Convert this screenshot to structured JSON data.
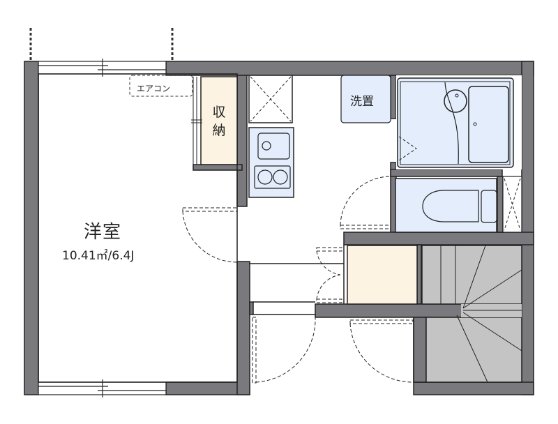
{
  "floorplan": {
    "rooms": {
      "western_room": {
        "name": "洋室",
        "area": "10.41㎡/6.4J"
      },
      "storage": {
        "name": "収納"
      },
      "air_conditioner": {
        "label": "エアコン"
      },
      "laundry_space": {
        "label": "洗置"
      }
    },
    "fixtures": [
      "kitchen-sink",
      "two-burner-stove",
      "bathtub",
      "wash-basin",
      "toilet",
      "staircase",
      "shoe-cabinet",
      "refrigerator-space"
    ],
    "colors": {
      "wall": "#7a797d",
      "wall_outline": "#222222",
      "storage_fill": "#fdf3e2",
      "wet_area_fill": "#e3edfb",
      "stairs_fill": "#c4c4c4"
    }
  }
}
